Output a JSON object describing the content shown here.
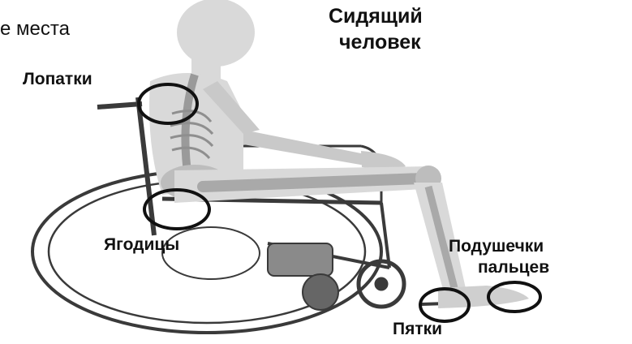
{
  "figure": {
    "title_line1": "Сидящий",
    "title_line2": "человек",
    "cut_off_text": "е места"
  },
  "labels": {
    "shoulder_blades": "Лопатки",
    "buttocks": "Ягодицы",
    "toe_pads_line1": "Подушечки",
    "toe_pads_line2": "пальцев",
    "heels": "Пятки"
  },
  "colors": {
    "ink": "#111111",
    "body_fill": "#d9d9d9",
    "bone_fill": "#bdbdbd",
    "wheel_stroke": "#3a3a3a",
    "background": "#ffffff"
  }
}
